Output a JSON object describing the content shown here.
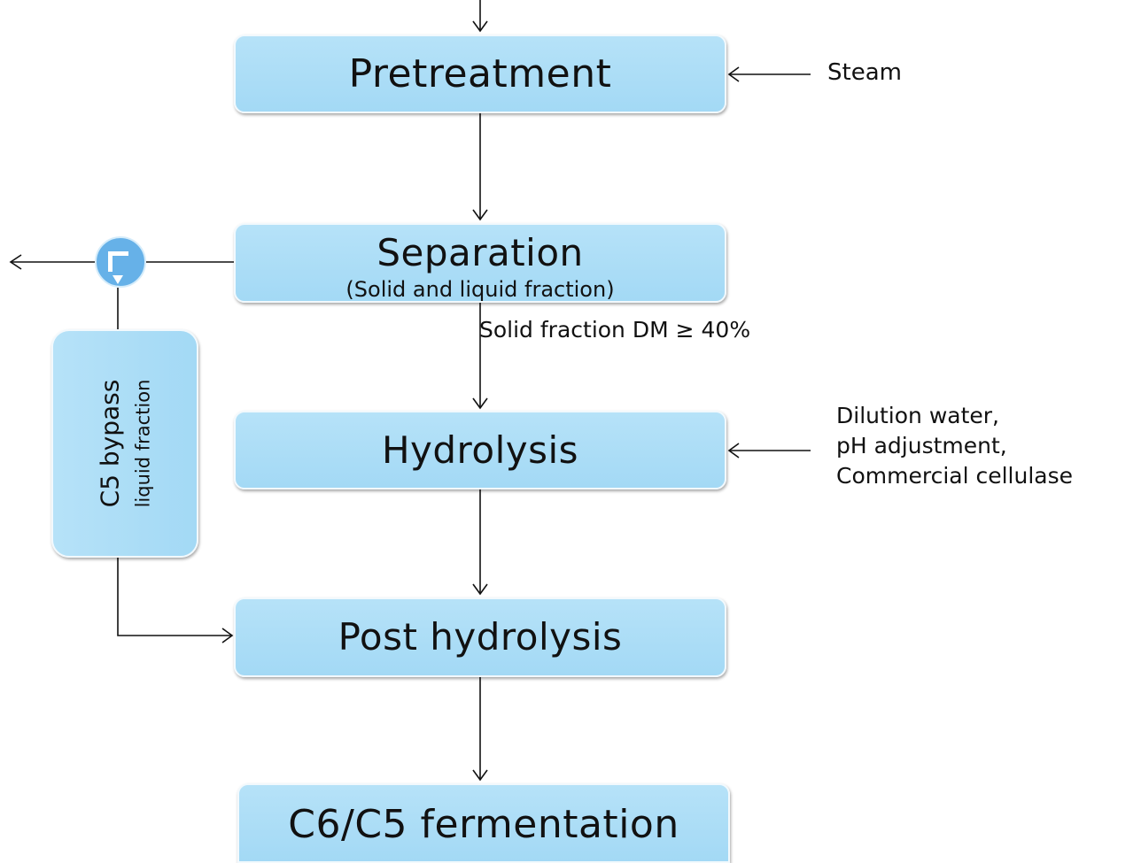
{
  "diagram": {
    "steps": {
      "pretreatment": "Pretreatment",
      "separation": "Separation",
      "separation_sub": "(Solid and liquid fraction)",
      "hydrolysis": "Hydrolysis",
      "post_hydrolysis": "Post hydrolysis",
      "fermentation": "C6/C5 fermentation"
    },
    "bypass": {
      "title": "C5 bypass",
      "subtitle": "liquid fraction"
    },
    "inputs": {
      "steam": "Steam",
      "solid_fraction": "Solid fraction DM ≥ 40%",
      "hydrolysis_line1": "Dilution water,",
      "hydrolysis_line2": "pH adjustment,",
      "hydrolysis_line3": "Commercial cellulase"
    },
    "colors": {
      "box_fill": "#a9dcf6",
      "box_border": "#f2f9fd",
      "valve_fill": "#66b1e8",
      "line": "#111111"
    }
  }
}
